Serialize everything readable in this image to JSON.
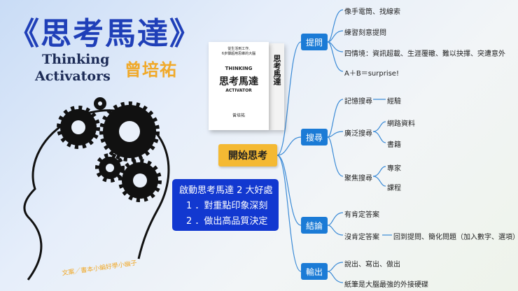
{
  "title": "《思考馬達》",
  "subtitle_en": [
    "Thinking",
    "Activators"
  ],
  "author": "曾培祐",
  "book": {
    "tagline_1": "從生活到工作,",
    "tagline_2": "6步驟超用思維的大腦",
    "cover_en": "THINKING",
    "cover_title": "思考馬達",
    "cover_sub": "ACTIVATOR",
    "cover_author": "曾培祐",
    "spine": "思考馬達"
  },
  "start_label": "開始思考",
  "benefits": {
    "heading": "啟動思考馬達 2 大好處",
    "item1": "1 ．對重點印象深刻",
    "item2": "2 ．做出高品質決定"
  },
  "mindmap": {
    "ask": {
      "label": "提問",
      "leaves": [
        "像手電筒、找線索",
        "練習刻意提問",
        "四情境：資訊超載、生涯覆轍、難以抉擇、突遭意外",
        "A＋B＝surprise!"
      ]
    },
    "search": {
      "label": "搜尋",
      "memory": "記憶搜尋",
      "memory_child": "經驗",
      "broad": "廣泛搜尋",
      "broad_children": [
        "網路資料",
        "書籍"
      ],
      "focus": "聚焦搜尋",
      "focus_children": [
        "專家",
        "課程"
      ]
    },
    "conclude": {
      "label": "結論",
      "yes": "有肯定答案",
      "no": "沒肯定答案",
      "no_child": "回到提問、簡化問題（加入數字、選項）"
    },
    "output": {
      "label": "輸出",
      "leaves": [
        "說出、寫出、做出",
        "紙筆是大腦最強的外接硬碟"
      ]
    }
  },
  "credit": "文案／書本小編好學小幽子",
  "colors": {
    "title": "#1f3fb8",
    "node": "#1b7bd6",
    "accent": "#f4b933",
    "benefit_bg": "#1238d0",
    "author": "#f0a92a"
  }
}
